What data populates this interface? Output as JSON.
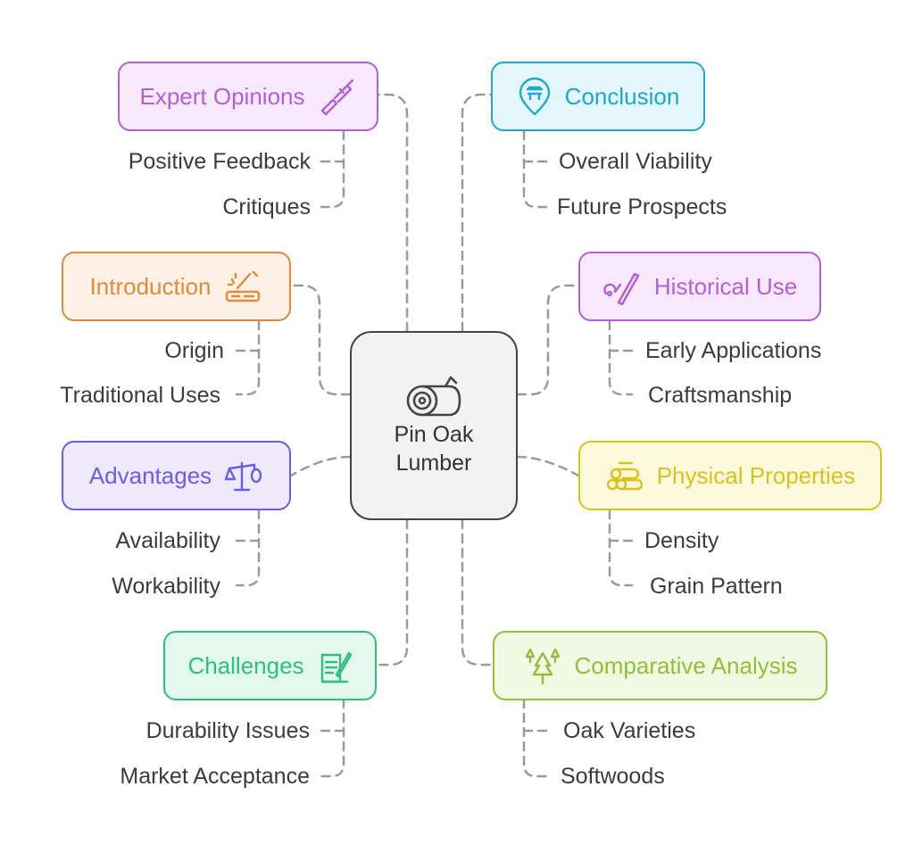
{
  "center": {
    "line1": "Pin Oak",
    "line2": "Lumber",
    "icon": "log-icon"
  },
  "branches": {
    "expert_opinions": {
      "label": "Expert Opinions",
      "icon": "chisel-icon",
      "color": "#b45fd4",
      "fill": "#f7e9fb",
      "items": [
        "Positive Feedback",
        "Critiques"
      ]
    },
    "conclusion": {
      "label": "Conclusion",
      "icon": "location-pin-icon",
      "color": "#1ea8cc",
      "fill": "#e3f6fb",
      "items": [
        "Overall Viability",
        "Future Prospects"
      ]
    },
    "introduction": {
      "label": "Introduction",
      "icon": "woodwork-icon",
      "color": "#e08a3b",
      "fill": "#fdf0e4",
      "items": [
        "Origin",
        "Traditional Uses"
      ]
    },
    "historical_use": {
      "label": "Historical Use",
      "icon": "tools-icon",
      "color": "#b45fd4",
      "fill": "#f7e9fb",
      "items": [
        "Early Applications",
        "Craftsmanship"
      ]
    },
    "advantages": {
      "label": "Advantages",
      "icon": "scale-icon",
      "color": "#6c5ce7",
      "fill": "#eeeafc",
      "items": [
        "Availability",
        "Workability"
      ]
    },
    "physical_properties": {
      "label": "Physical Properties",
      "icon": "logs-icon",
      "color": "#d9c21a",
      "fill": "#fcf8dc",
      "items": [
        "Density",
        "Grain Pattern"
      ]
    },
    "challenges": {
      "label": "Challenges",
      "icon": "notepad-icon",
      "color": "#2fbf7a",
      "fill": "#e3f8ee",
      "items": [
        "Durability Issues",
        "Market Acceptance"
      ]
    },
    "comparative_analysis": {
      "label": "Comparative Analysis",
      "icon": "trees-icon",
      "color": "#8fbf3b",
      "fill": "#f2f9e3",
      "items": [
        "Oak Varieties",
        "Softwoods"
      ]
    }
  }
}
